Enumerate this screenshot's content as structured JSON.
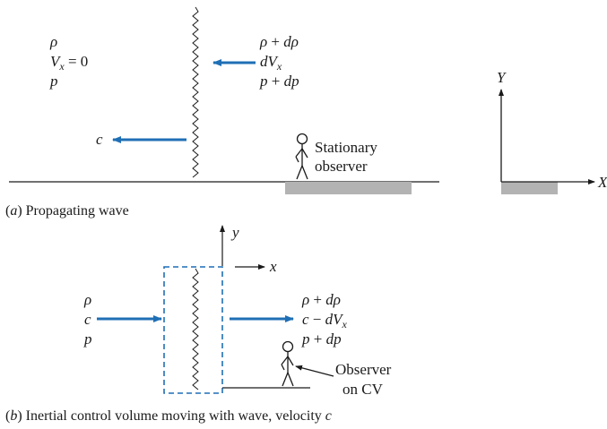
{
  "panel_a": {
    "left_labels": [
      "ρ",
      "Vx = 0",
      "p"
    ],
    "right_labels": [
      "ρ + dρ",
      "dVx",
      "p + dp"
    ],
    "wave_speed_label": "c",
    "observer_label_line1": "Stationary",
    "observer_label_line2": "observer",
    "axis_y_label": "Y",
    "axis_x_label": "X",
    "caption_letter": "a",
    "caption_text": "Propagating wave"
  },
  "panel_b": {
    "axis_y_label": "y",
    "axis_x_label": "x",
    "left_labels": [
      "ρ",
      "c",
      "p"
    ],
    "right_labels": [
      "ρ + dρ",
      "c − dVx",
      "p + dp"
    ],
    "observer_label_line1": "Observer",
    "observer_label_line2": "on CV",
    "caption_letter": "b",
    "caption_text": "Inertial control volume moving with wave, velocity",
    "caption_velocity": "c"
  },
  "colors": {
    "arrow": "#1f6fb5",
    "ground_block": "#b3b3b3",
    "ink": "#1a1a1a"
  }
}
